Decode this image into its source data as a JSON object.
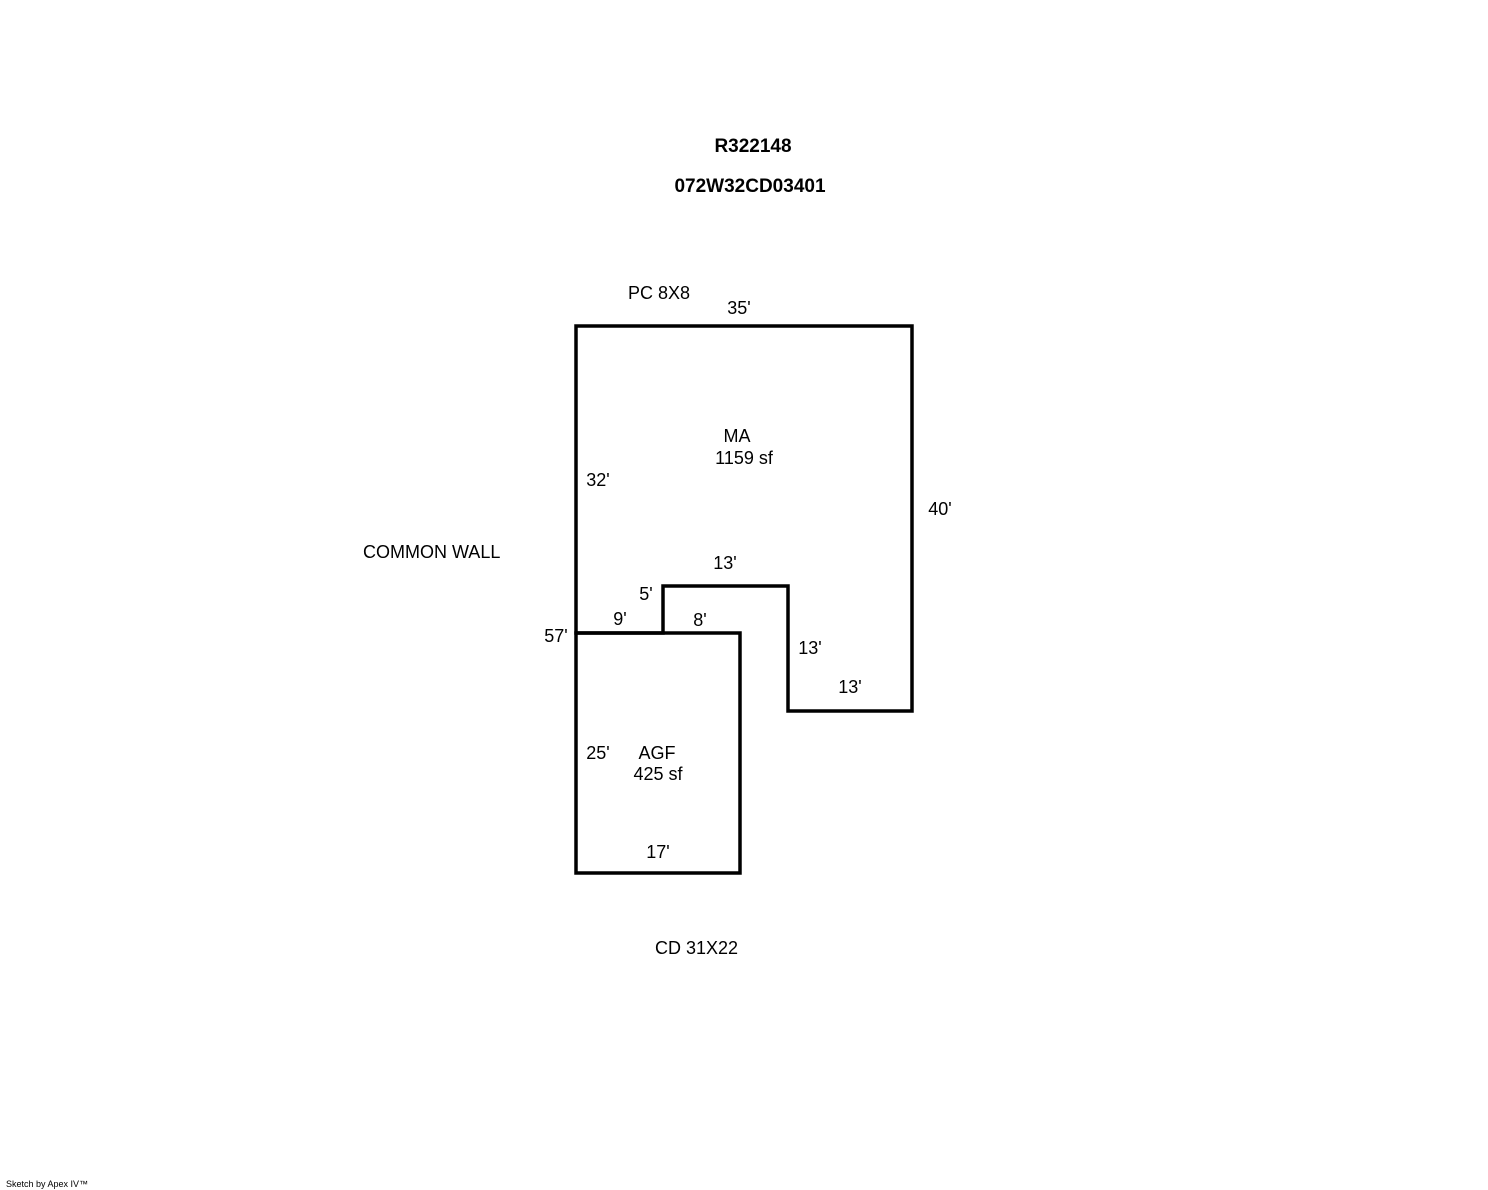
{
  "header": {
    "record_id": "R322148",
    "parcel_id": "072W32CD03401"
  },
  "annotations": {
    "porch": "PC 8X8",
    "common_wall": "COMMON WALL",
    "deck": "CD 31X22"
  },
  "areas": {
    "main": {
      "code": "MA",
      "area": "1159 sf"
    },
    "garage": {
      "code": "AGF",
      "area": "425 sf"
    }
  },
  "dimensions": {
    "top": "35'",
    "right": "40'",
    "left_upper": "32'",
    "left_total": "57'",
    "notch_top": "13'",
    "notch_left": "5'",
    "notch_right": "13'",
    "bottom_right": "13'",
    "step_9": "9'",
    "step_8": "8'",
    "garage_left": "25'",
    "garage_bottom": "17'"
  },
  "footer": {
    "credit": "Sketch by Apex IV™"
  }
}
